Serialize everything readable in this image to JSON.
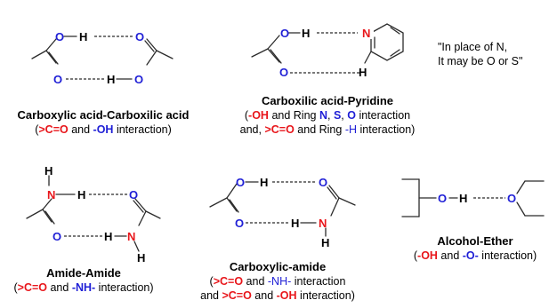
{
  "atoms": {
    "O": "O",
    "H": "H",
    "N": "N"
  },
  "colors": {
    "oxygen": "#1f1fd6",
    "nitrogen": "#e8161b",
    "bond": "#2b2b2b"
  },
  "panels": {
    "acid_acid": {
      "title": "Carboxylic acid-Carboxilic acid",
      "l2": [
        "(",
        ">C=O",
        " and ",
        "-OH",
        " interaction)"
      ]
    },
    "acid_pyridine": {
      "title": "Carboxilic acid-Pyridine",
      "l2": [
        "(",
        "-OH",
        " and Ring ",
        "N",
        ", ",
        "S",
        ", ",
        "O",
        " interaction"
      ],
      "l3": [
        "and, ",
        ">C=O",
        " and Ring ",
        "-H",
        " interaction)"
      ]
    },
    "note": {
      "line1": "\"In place of N,",
      "line2": "It may be O or S\""
    },
    "amide_amide": {
      "title": "Amide-Amide",
      "l2": [
        "(",
        ">C=O",
        " and ",
        "-NH-",
        " interaction)"
      ]
    },
    "acid_amide": {
      "title": "Carboxylic-amide",
      "l2": [
        "(",
        ">C=O",
        " and ",
        "-NH-",
        " interaction"
      ],
      "l3": [
        "and ",
        ">C=O",
        " and ",
        "-OH",
        " interaction)"
      ]
    },
    "alcohol_ether": {
      "title": "Alcohol-Ether",
      "l2": [
        "(",
        "-OH",
        " and ",
        "-O-",
        " interaction)"
      ]
    }
  }
}
